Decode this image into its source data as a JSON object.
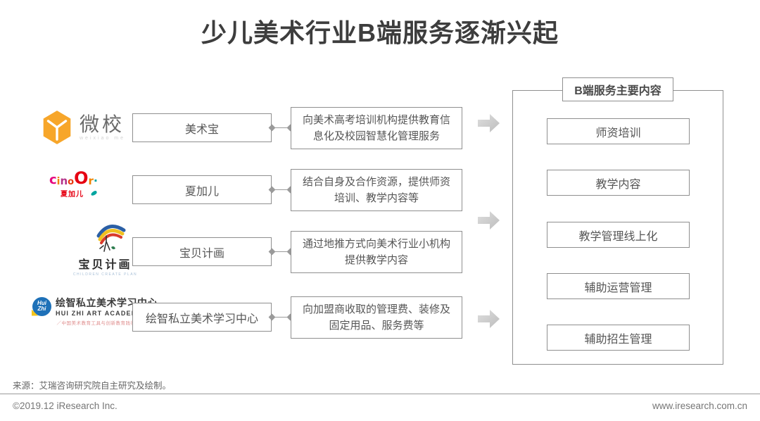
{
  "title": "少儿美术行业B端服务逐渐兴起",
  "rows": [
    {
      "name": "美术宝",
      "description": "向美术高考培训机构提供教育信息化及校园智慧化管理服务"
    },
    {
      "name": "夏加儿",
      "description": "结合自身及合作资源，提供师资培训、教学内容等"
    },
    {
      "name": "宝贝计画",
      "description": "通过地推方式向美术行业小机构提供教学内容"
    },
    {
      "name": "绘智私立美术学习中心",
      "description": "向加盟商收取的管理费、装修及固定用品、服务费等"
    }
  ],
  "right_panel": {
    "header": "B端服务主要内容",
    "items": [
      {
        "label": "师资培训"
      },
      {
        "label": "教学内容"
      },
      {
        "label": "教学管理线上化"
      },
      {
        "label": "辅助运营管理"
      },
      {
        "label": "辅助招生管理"
      }
    ]
  },
  "logos": {
    "weixiao": {
      "name": "微校",
      "subtext": "weixiao me"
    },
    "xiajiaer": {
      "l1": "c",
      "l2": "i",
      "l3": "n",
      "l4": "o",
      "l5": "O",
      "l6": "r",
      "l7": "·",
      "name": "夏加儿"
    },
    "baobeijihua": {
      "name": "宝贝计画",
      "subtext": "CHILDREN CREATE PLAN"
    },
    "huizhi": {
      "badge_line1": "Hui",
      "badge_line2": "Zhi",
      "name": "绘智私立美术学习中心",
      "subtext": "HUI ZHI ART ACADEMY",
      "tagline": "／中国美术教育工具与创新教育践行者／"
    }
  },
  "footer": {
    "source": "来源：艾瑞咨询研究院自主研究及绘制。",
    "copyright": "©2019.12 iResearch Inc.",
    "website": "www.iresearch.com.cn"
  },
  "colors": {
    "box_border": "#8f8f8f",
    "body_text": "#565656",
    "title_text": "#3d3d3d",
    "arrow_gray": "#c9c9c9",
    "weixiao_orange": "#f7a62a",
    "huizhi_blue": "#1e71b8",
    "xiajiaer_red": "#e60012"
  }
}
